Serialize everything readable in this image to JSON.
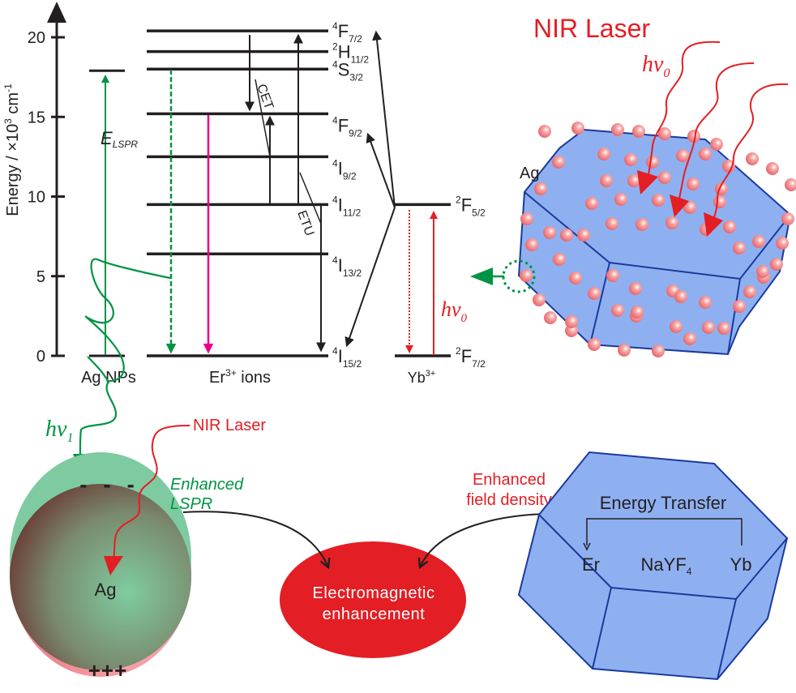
{
  "energy_diagram": {
    "y_axis": {
      "label": "Energy / ×10³ cm⁻¹",
      "label_main": "Energy / ×10",
      "label_sup": "3",
      "label_unit": " cm",
      "label_unit_sup": "-1",
      "ticks": [
        "0",
        "5",
        "10",
        "15",
        "20"
      ],
      "tick_values": [
        0,
        5,
        10,
        15,
        20
      ],
      "range": [
        0,
        20
      ]
    },
    "columns": {
      "ag": {
        "label": "Ag NPs"
      },
      "er": {
        "label_main": "Er",
        "label_sup": "3+",
        "label_rest": " ions"
      },
      "yb": {
        "label_main": "Yb",
        "label_sup": "3+"
      }
    },
    "ag_levels": [
      {
        "energy": 0
      },
      {
        "energy": 17.9
      }
    ],
    "e_lspr": {
      "main": "E",
      "sub": "LSPR"
    },
    "er_levels": [
      {
        "term_sup": "4",
        "term": "F",
        "term_sub": "7/2",
        "energy": 20.4
      },
      {
        "term_sup": "2",
        "term": "H",
        "term_sub": "11/2",
        "energy": 19.1
      },
      {
        "term_sup": "4",
        "term": "S",
        "term_sub": "3/2",
        "energy": 18.0
      },
      {
        "term_sup": "4",
        "term": "F",
        "term_sub": "9/2",
        "energy": 15.2
      },
      {
        "term_sup": "4",
        "term": "I",
        "term_sub": "9/2",
        "energy": 12.5
      },
      {
        "term_sup": "4",
        "term": "I",
        "term_sub": "11/2",
        "energy": 9.5
      },
      {
        "term_sup": "4",
        "term": "I",
        "term_sub": "13/2",
        "energy": 6.4
      },
      {
        "term_sup": "4",
        "term": "I",
        "term_sub": "15/2",
        "energy": 0
      }
    ],
    "yb_levels": [
      {
        "term_sup": "2",
        "term": "F",
        "term_sub": "5/2",
        "energy": 9.5
      },
      {
        "term_sup": "2",
        "term": "F",
        "term_sub": "7/2",
        "energy": 0
      }
    ],
    "transition_labels": {
      "cet": "CET",
      "etu": "ETU"
    },
    "yb_excitation": {
      "main": "hv",
      "sub": "0"
    },
    "colors": {
      "level": "#231f20",
      "green": "#009444",
      "magenta": "#ec008c",
      "red": "#e31e24"
    }
  },
  "nanocrystal_top": {
    "title": "NIR Laser",
    "photon": {
      "main": "hv",
      "sub": "0"
    },
    "ag_label": "Ag",
    "colors": {
      "crystal": "#8fb0f0",
      "edge": "#1a3a9e",
      "particle": "#f08080",
      "laser": "#e31e24"
    }
  },
  "ag_sphere": {
    "photon": {
      "main": "hv",
      "sub": "1"
    },
    "nir_label": "NIR Laser",
    "minus": "- - -",
    "plus": "+++",
    "center_label": "Ag",
    "lspr_line1": "Enhanced",
    "lspr_line2": "LSPR",
    "colors": {
      "top": "#7ecba1",
      "bottom": "#f0a0a5",
      "core": "#6b4a3e"
    }
  },
  "em_ellipse": {
    "line1": "Electromagnetic",
    "line2": "enhancement",
    "color": "#e31e24"
  },
  "field_label": {
    "line1": "Enhanced",
    "line2": "field density"
  },
  "nanocrystal_bottom": {
    "title": "Energy Transfer",
    "er": "Er",
    "host_main": "NaYF",
    "host_sub": "4",
    "yb": "Yb"
  }
}
